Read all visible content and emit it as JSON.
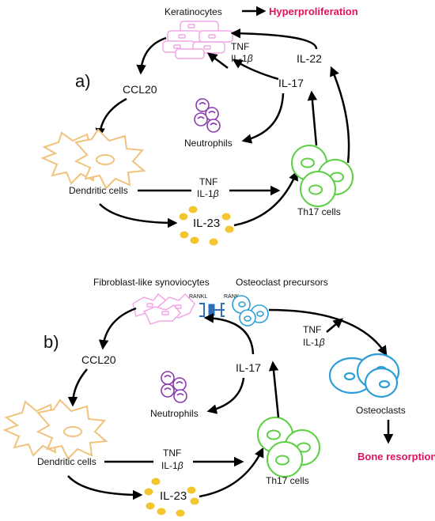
{
  "colors": {
    "keratinocyte": "#f2a7e6",
    "neutrophil": "#8a3ab0",
    "dendritic": "#f1c27d",
    "th17": "#5bd043",
    "osteoclast": "#2e9ed8",
    "rank_bar": "#2b6fb6",
    "cytokine_dot": "#f3c62d",
    "highlight": "#e0115f",
    "arrow": "#000000"
  },
  "panel_a": {
    "label": "a)",
    "keratinocytes": "Keratinocytes",
    "hyperproliferation": "Hyperproliferation",
    "ccl20": "CCL20",
    "tnf_top": "TNF",
    "il1b_top_prefix": "IL-1",
    "il1b_top_beta": "β",
    "il17": "IL-17",
    "il22": "IL-22",
    "neutrophils": "Neutrophils",
    "dendritic_cells": "Dendritic cells",
    "tnf_mid": "TNF",
    "il1b_mid_prefix": "IL-1",
    "il1b_mid_beta": "β",
    "il23": "IL-23",
    "th17_cells": "Th17 cells"
  },
  "panel_b": {
    "label": "b)",
    "synoviocytes": "Fibroblast-like synoviocytes",
    "osteoclast_precursors": "Osteoclast precursors",
    "rankl": "RANKL",
    "rank": "RANK",
    "tnf_right": "TNF",
    "il1b_right_prefix": "IL-1",
    "il1b_right_beta": "β",
    "ccl20": "CCL20",
    "il17": "IL-17",
    "neutrophils": "Neutrophils",
    "osteoclasts": "Osteoclasts",
    "bone_resorption": "Bone resorption",
    "dendritic_cells": "Dendritic cells",
    "tnf_mid": "TNF",
    "il1b_mid_prefix": "IL-1",
    "il1b_mid_beta": "β",
    "il23": "IL-23",
    "th17_cells": "Th17 cells"
  }
}
